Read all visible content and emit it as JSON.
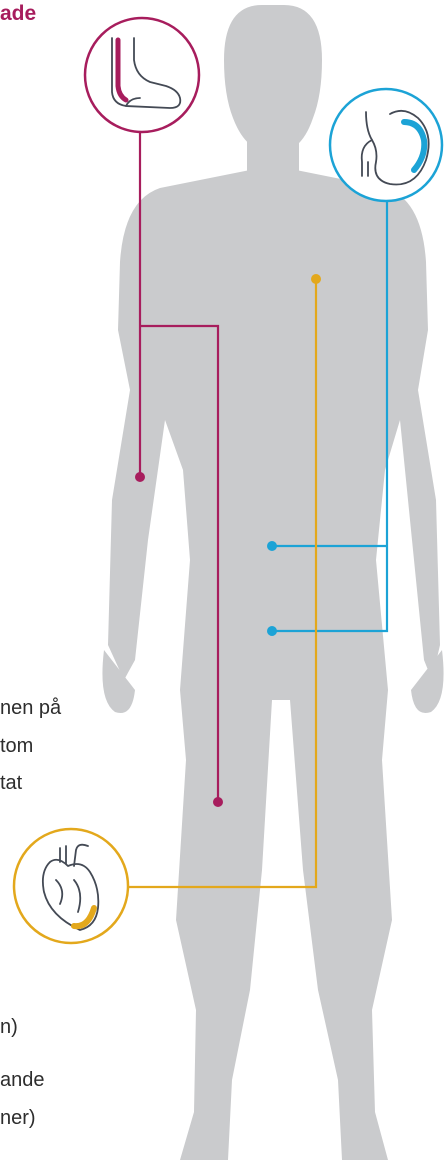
{
  "heading": {
    "text": "ade",
    "color": "#a71d5d"
  },
  "text_fragments": [
    "nen på",
    "tom",
    "tat",
    "n)",
    "ande",
    "ner)"
  ],
  "body": {
    "color": "#cacbcd"
  },
  "callouts": [
    {
      "icon": "foot-leg-icon",
      "color": "#a71d5d"
    },
    {
      "icon": "stomach-icon",
      "color": "#1ca3d6"
    },
    {
      "icon": "heart-icon",
      "color": "#e3a81c"
    }
  ]
}
